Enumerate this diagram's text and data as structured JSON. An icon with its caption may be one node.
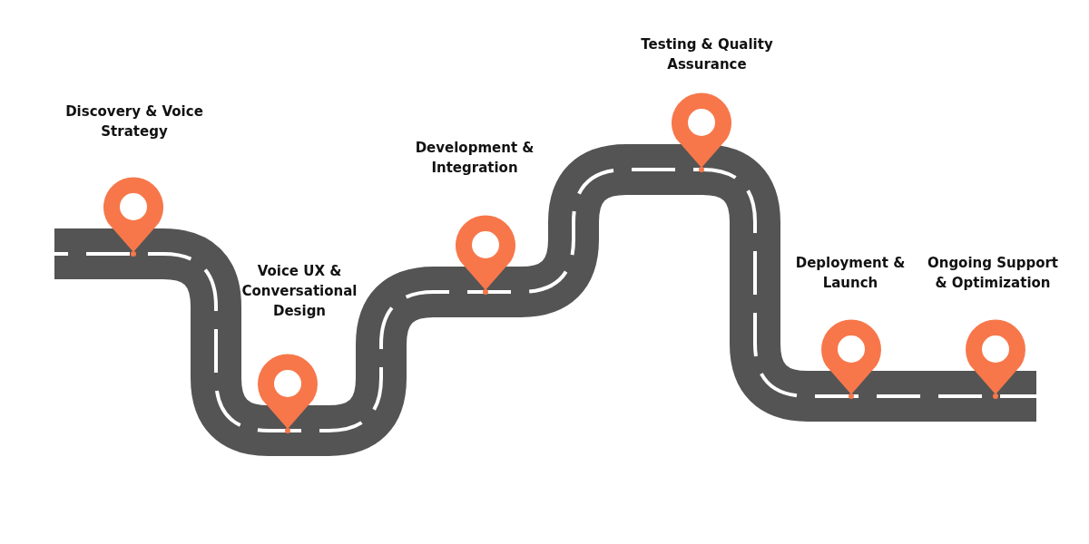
{
  "diagram": {
    "labels": [
      "Discovery & Voice Strategy",
      "Voice UX & Conversational Design",
      "Development & Integration",
      "Testing & Quality Assurance",
      "Deployment & Launch",
      "Ongoing Support & Optimization"
    ]
  }
}
